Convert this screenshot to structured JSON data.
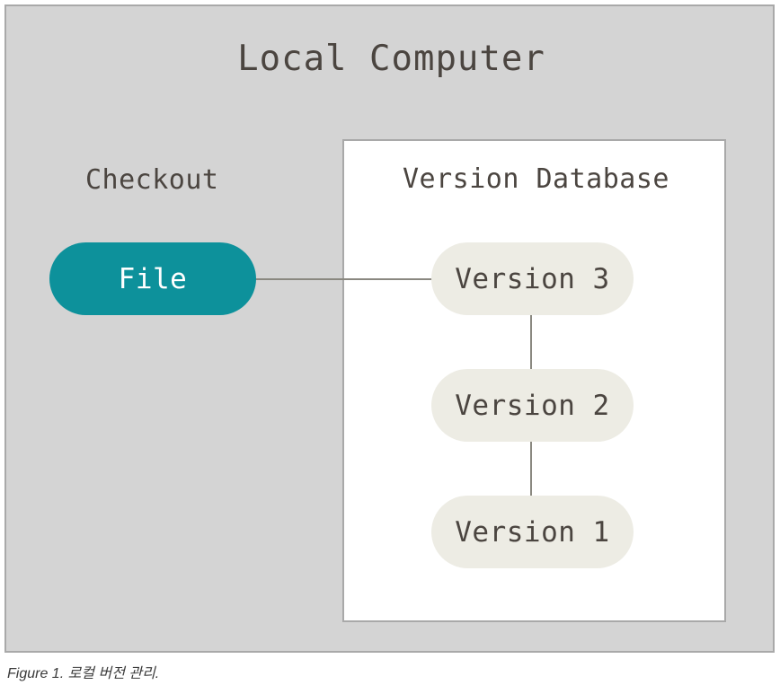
{
  "figure": {
    "caption": "Figure 1. 로컬 버전 관리.",
    "colors": {
      "outer_background": "#d4d4d4",
      "outer_border": "#a9a9a9",
      "panel_background": "#ffffff",
      "file_node_fill": "#0d919b",
      "file_node_text": "#ffffff",
      "version_node_fill": "#edece4",
      "text": "#4b4540",
      "connector": "#8a8880"
    }
  },
  "diagram": {
    "title": "Local Computer",
    "checkout_label": "Checkout",
    "file_node": {
      "label": "File"
    },
    "version_database": {
      "title": "Version Database",
      "nodes": [
        {
          "label": "Version 3"
        },
        {
          "label": "Version 2"
        },
        {
          "label": "Version 1"
        }
      ]
    }
  }
}
